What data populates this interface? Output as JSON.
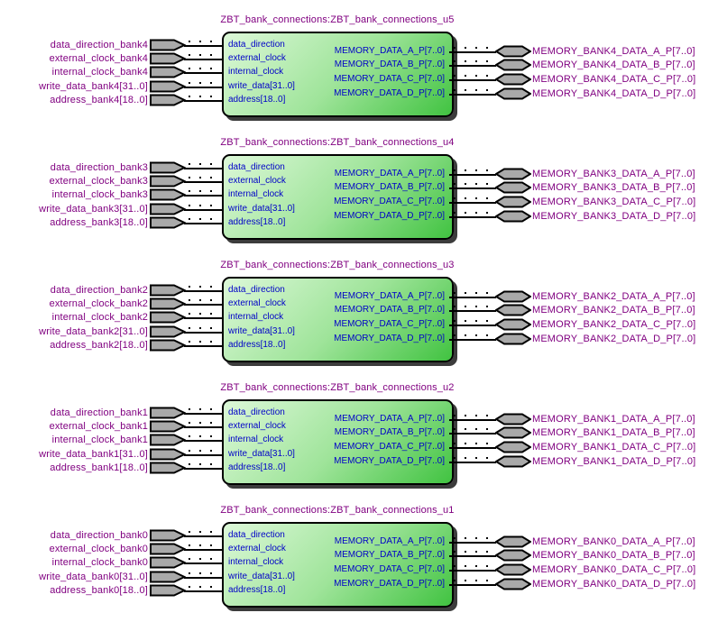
{
  "diagram": {
    "pins": {
      "inputs": [
        "data_direction",
        "external_clock",
        "internal_clock",
        "write_data[31..0]",
        "address[18..0]"
      ],
      "outputs": [
        "MEMORY_DATA_A_P[7..0]",
        "MEMORY_DATA_B_P[7..0]",
        "MEMORY_DATA_C_P[7..0]",
        "MEMORY_DATA_D_P[7..0]"
      ]
    },
    "blocks": [
      {
        "title": "ZBT_bank_connections:ZBT_bank_connections_u5",
        "inputs": [
          "data_direction_bank4",
          "external_clock_bank4",
          "internal_clock_bank4",
          "write_data_bank4[31..0]",
          "address_bank4[18..0]"
        ],
        "outputs": [
          "MEMORY_BANK4_DATA_A_P[7..0]",
          "MEMORY_BANK4_DATA_B_P[7..0]",
          "MEMORY_BANK4_DATA_C_P[7..0]",
          "MEMORY_BANK4_DATA_D_P[7..0]"
        ]
      },
      {
        "title": "ZBT_bank_connections:ZBT_bank_connections_u4",
        "inputs": [
          "data_direction_bank3",
          "external_clock_bank3",
          "internal_clock_bank3",
          "write_data_bank3[31..0]",
          "address_bank3[18..0]"
        ],
        "outputs": [
          "MEMORY_BANK3_DATA_A_P[7..0]",
          "MEMORY_BANK3_DATA_B_P[7..0]",
          "MEMORY_BANK3_DATA_C_P[7..0]",
          "MEMORY_BANK3_DATA_D_P[7..0]"
        ]
      },
      {
        "title": "ZBT_bank_connections:ZBT_bank_connections_u3",
        "inputs": [
          "data_direction_bank2",
          "external_clock_bank2",
          "internal_clock_bank2",
          "write_data_bank2[31..0]",
          "address_bank2[18..0]"
        ],
        "outputs": [
          "MEMORY_BANK2_DATA_A_P[7..0]",
          "MEMORY_BANK2_DATA_B_P[7..0]",
          "MEMORY_BANK2_DATA_C_P[7..0]",
          "MEMORY_BANK2_DATA_D_P[7..0]"
        ]
      },
      {
        "title": "ZBT_bank_connections:ZBT_bank_connections_u2",
        "inputs": [
          "data_direction_bank1",
          "external_clock_bank1",
          "internal_clock_bank1",
          "write_data_bank1[31..0]",
          "address_bank1[18..0]"
        ],
        "outputs": [
          "MEMORY_BANK1_DATA_A_P[7..0]",
          "MEMORY_BANK1_DATA_B_P[7..0]",
          "MEMORY_BANK1_DATA_C_P[7..0]",
          "MEMORY_BANK1_DATA_D_P[7..0]"
        ]
      },
      {
        "title": "ZBT_bank_connections:ZBT_bank_connections_u1",
        "inputs": [
          "data_direction_bank0",
          "external_clock_bank0",
          "internal_clock_bank0",
          "write_data_bank0[31..0]",
          "address_bank0[18..0]"
        ],
        "outputs": [
          "MEMORY_BANK0_DATA_A_P[7..0]",
          "MEMORY_BANK0_DATA_B_P[7..0]",
          "MEMORY_BANK0_DATA_C_P[7..0]",
          "MEMORY_BANK0_DATA_D_P[7..0]"
        ]
      }
    ],
    "colors": {
      "port_label": "#800080",
      "pin_label": "#0000C8",
      "block_gradient_start": "#DCF8D8",
      "block_gradient_end": "#41C341",
      "connector_fill": "#A9A9A9",
      "outline": "#000000",
      "shadow": "#3C3C3C",
      "background": "#FFFFFF"
    }
  }
}
